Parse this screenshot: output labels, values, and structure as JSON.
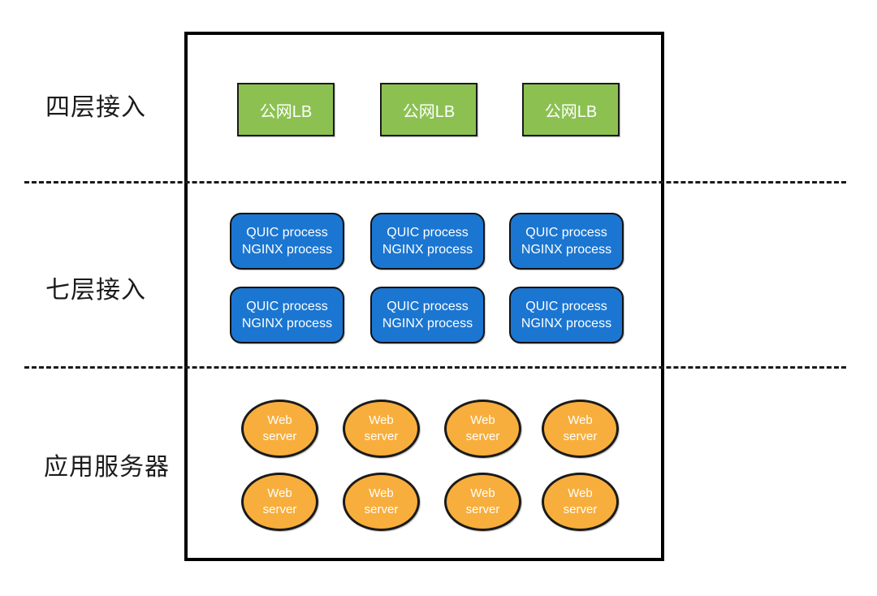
{
  "diagram": {
    "colors": {
      "lb_fill": "#8CC152",
      "proxy_fill": "#1B76D1",
      "web_fill": "#F8AE3C",
      "node_text": "#FFFFFF",
      "line": "#1A1A1A"
    },
    "layers": [
      {
        "id": "l4",
        "label": "四层接入",
        "nodes": [
          {
            "label": "公网LB"
          },
          {
            "label": "公网LB"
          },
          {
            "label": "公网LB"
          }
        ]
      },
      {
        "id": "l7",
        "label": "七层接入",
        "nodes": [
          {
            "line1": "QUIC process",
            "line2": "NGINX process"
          },
          {
            "line1": "QUIC process",
            "line2": "NGINX process"
          },
          {
            "line1": "QUIC process",
            "line2": "NGINX process"
          },
          {
            "line1": "QUIC process",
            "line2": "NGINX process"
          },
          {
            "line1": "QUIC process",
            "line2": "NGINX process"
          },
          {
            "line1": "QUIC process",
            "line2": "NGINX process"
          }
        ]
      },
      {
        "id": "app",
        "label": "应用服务器",
        "nodes": [
          {
            "line1": "Web",
            "line2": "server"
          },
          {
            "line1": "Web",
            "line2": "server"
          },
          {
            "line1": "Web",
            "line2": "server"
          },
          {
            "line1": "Web",
            "line2": "server"
          },
          {
            "line1": "Web",
            "line2": "server"
          },
          {
            "line1": "Web",
            "line2": "server"
          },
          {
            "line1": "Web",
            "line2": "server"
          },
          {
            "line1": "Web",
            "line2": "server"
          }
        ]
      }
    ]
  }
}
